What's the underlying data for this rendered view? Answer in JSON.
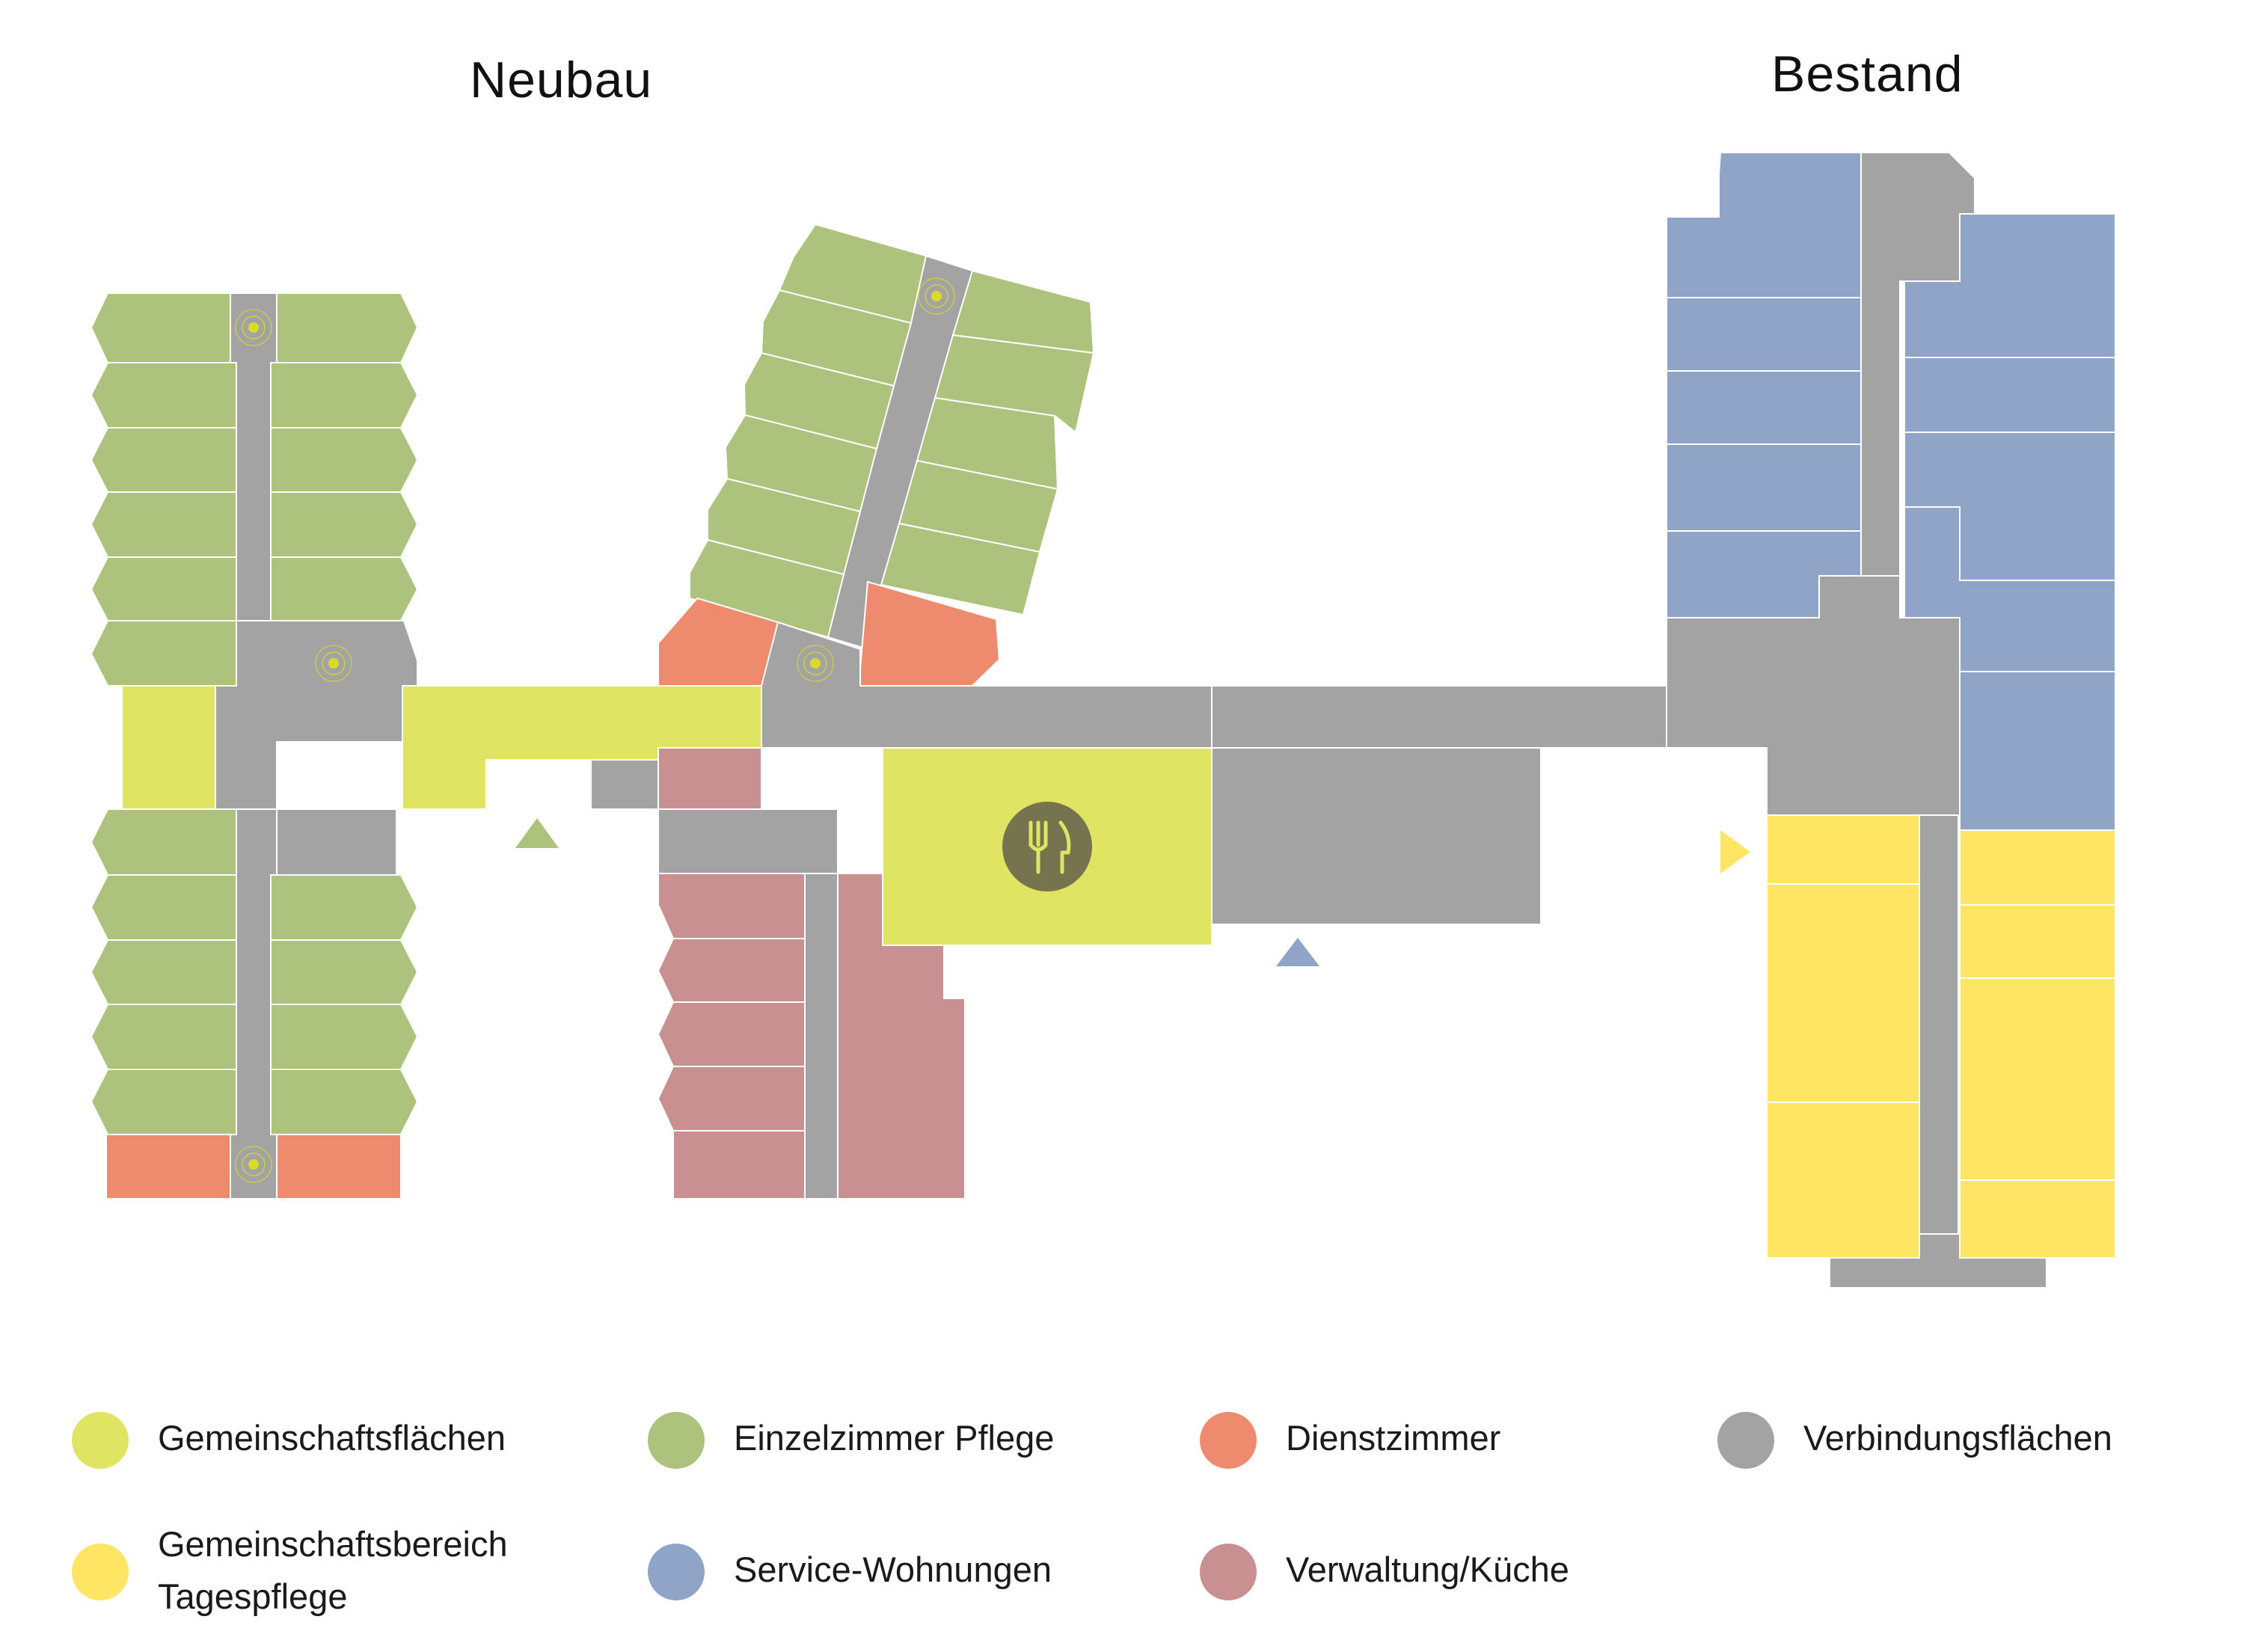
{
  "titles": {
    "neubau": "Neubau",
    "bestand": "Bestand"
  },
  "colors": {
    "gemeinschaftsflaechen": "#dfe462",
    "einzelzimmer_pflege": "#adc27c",
    "dienstzimmer": "#ee8b6e",
    "verbindungsflaechen": "#a3a3a3",
    "gemeinschaftsbereich_tagespflege": "#ffe564",
    "service_wohnungen": "#8fa4c7",
    "verwaltung_kueche": "#c89090",
    "dining_badge": "#76744f",
    "elevator_dot": "#d8db2a"
  },
  "legend": [
    {
      "label": "Gemeinschaftsflächen",
      "color": "#dfe462"
    },
    {
      "label": "Einzelzimmer Pflege",
      "color": "#adc27c"
    },
    {
      "label": "Dienstzimmer",
      "color": "#ee8b6e"
    },
    {
      "label": "Verbindungsflächen",
      "color": "#a3a3a3"
    },
    {
      "label": "Gemeinschaftsbereich\nTagespflege",
      "color": "#ffe564"
    },
    {
      "label": "Service-Wohnungen",
      "color": "#8fa4c7"
    },
    {
      "label": "Verwaltung/Küche",
      "color": "#c89090"
    }
  ],
  "icons": {
    "dining": "fork-knife-icon",
    "elevator": "elevator-icon",
    "entrance": "entrance-arrow-icon"
  }
}
